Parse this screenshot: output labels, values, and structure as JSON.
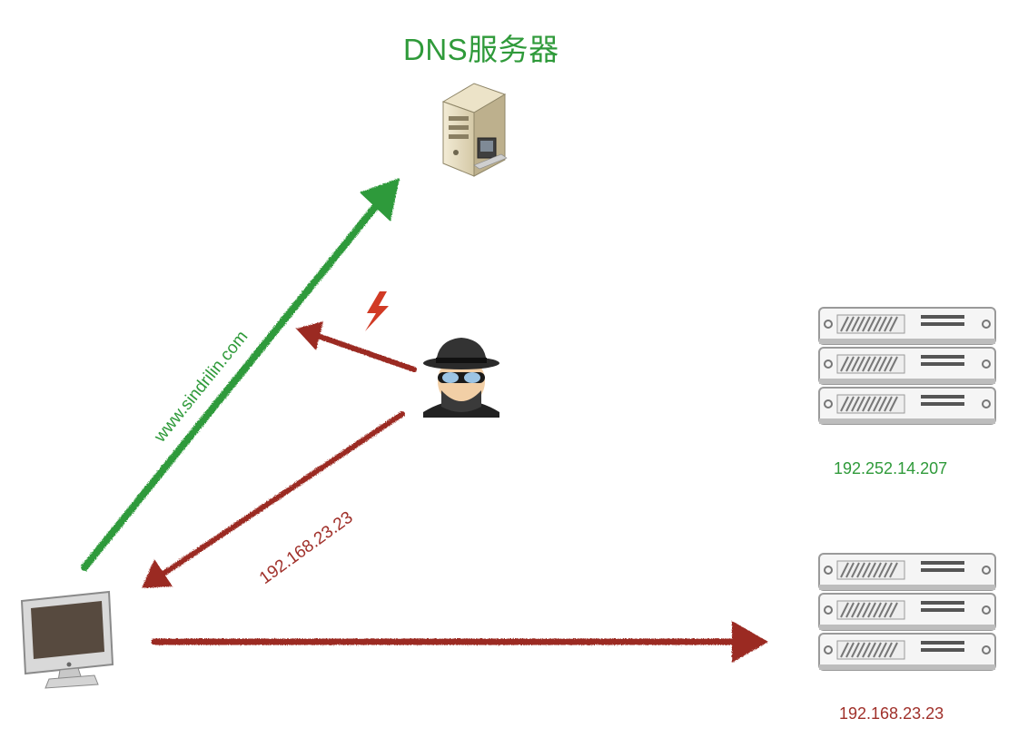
{
  "title": "DNS服务器",
  "labels": {
    "dns_query": "www.sindrilin.com",
    "forged_reply": "192.168.23.23",
    "legit_server_ip": "192.252.14.207",
    "fake_server_ip": "192.168.23.23"
  },
  "icons": {
    "dns_server": "tower-server-icon",
    "attacker": "hacker-icon",
    "attack": "lightning-icon",
    "client": "computer-monitor-icon",
    "legit_server": "rack-server-icon",
    "fake_server": "rack-server-icon"
  },
  "colors": {
    "green": "#2f9a3a",
    "red": "#9b2a22",
    "label_red": "#a0302a"
  }
}
